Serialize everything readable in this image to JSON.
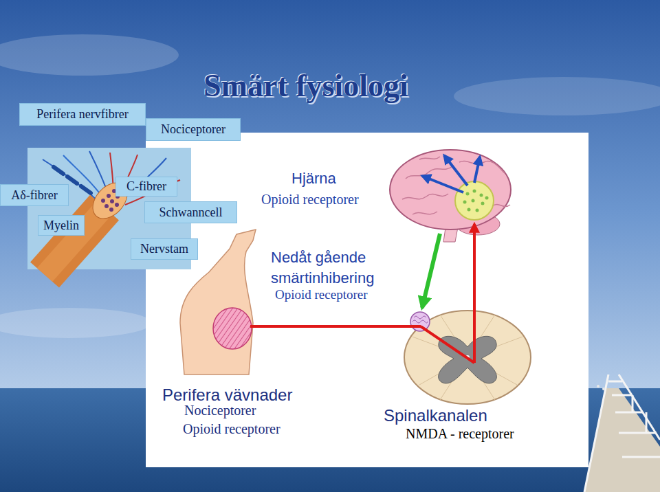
{
  "diagram": {
    "title": "Smärt fysiologi",
    "nodes": [
      {
        "text": [
          "Perifera nervfibrer"
        ]
      },
      {
        "text": [
          "Nociceptorer"
        ]
      },
      {
        "text": [
          "Aδ-fibrer"
        ]
      },
      {
        "text": [
          "C-fibrer"
        ]
      },
      {
        "text": [
          "Myelin"
        ]
      },
      {
        "text": [
          "Schwanncell"
        ]
      },
      {
        "text": [
          "Nervstam"
        ]
      }
    ],
    "labels": [
      "Hjärna",
      "Opioid receptorer",
      "Nedåt gående smärtinhibering",
      "Opioid receptorer",
      "Perifera vävnader",
      "Nociceptorer",
      "Opioid receptorer",
      "Spinalkanalen",
      "NMDA - receptorer"
    ]
  }
}
